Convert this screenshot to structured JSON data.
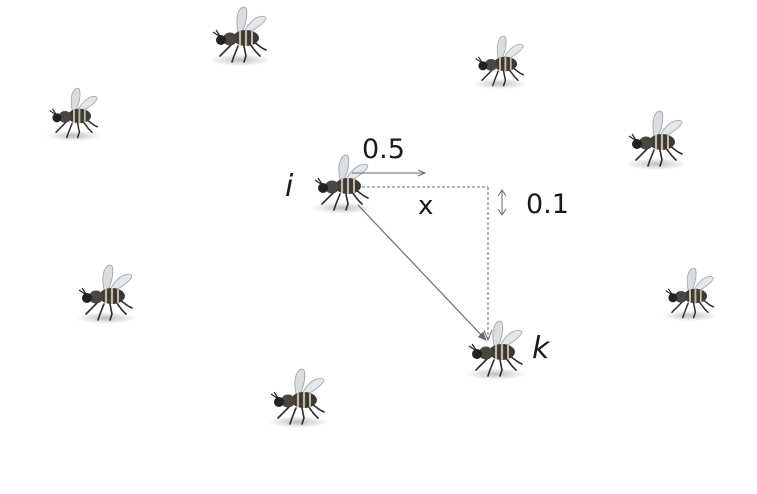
{
  "diagram": {
    "labels": {
      "bee_i": "i",
      "bee_k": "k",
      "horizontal_value": "0.5",
      "distance_symbol": "x",
      "vertical_value": "0.1"
    },
    "colors": {
      "background": "#ffffff",
      "text": "#1a1a1a",
      "arrow": "#6b6b6b",
      "dashed_line": "#6b6b6b",
      "bee_body": "#3a3a3a",
      "bee_stripe": "#c9b99a",
      "bee_wing": "#d9dde2"
    },
    "icons": [
      "bee-icon"
    ]
  }
}
